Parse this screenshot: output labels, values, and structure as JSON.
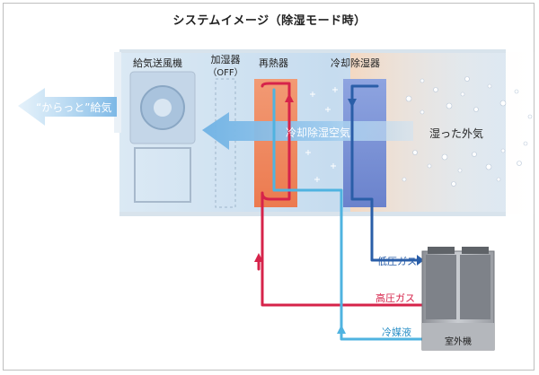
{
  "title": "システムイメージ（除湿モード時）",
  "components": {
    "supply_fan": "給気送風機",
    "humidifier": "加湿器",
    "humidifier_state": "（OFF）",
    "reheater": "再熱器",
    "cooling_dehumidifier": "冷却除湿器",
    "outdoor_unit": "室外機"
  },
  "airflow": {
    "supply_air": "“からっと”給気",
    "dehumidified_air": "冷却除湿空気",
    "humid_outside_air": "湿った外気"
  },
  "refrigerant": {
    "low_pressure_gas": "低圧ガス",
    "high_pressure_gas": "高圧ガス",
    "refrigerant_liquid": "冷媒液"
  },
  "colors": {
    "duct": "#cfe3f1",
    "reheater": "#ef7e52",
    "cooler": "#5c72c4",
    "high_pressure_line": "#d6234a",
    "low_pressure_line": "#2a5ea8",
    "liquid_line": "#4fb3e0",
    "airflow_arrow": "#5aa6dc"
  }
}
